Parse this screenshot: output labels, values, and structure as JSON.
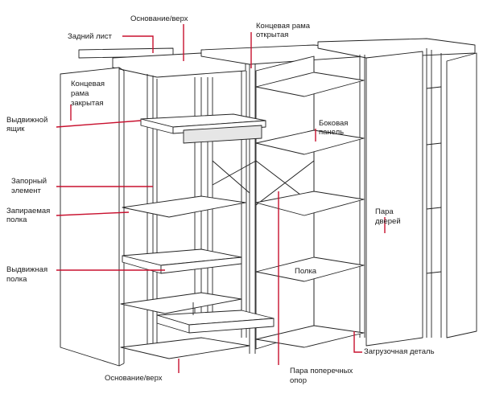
{
  "labels": {
    "base_top_upper": "Основание/верх",
    "back_sheet": "Задний лист",
    "end_frame_open_1": "Концевая рама",
    "end_frame_open_2": "открытая",
    "end_frame_closed_1": "Концевая",
    "end_frame_closed_2": "рама",
    "end_frame_closed_3": "закрытая",
    "drawer_1": "Выдвижной",
    "drawer_2": "ящик",
    "side_panel_1": "Боковая",
    "side_panel_2": "панель",
    "lock_element_1": "Запорный",
    "lock_element_2": "элемент",
    "lockable_shelf_1": "Запираемая",
    "lockable_shelf_2": "полка",
    "door_pair_1": "Пара",
    "door_pair_2": "дверей",
    "sliding_shelf_1": "Выдвижная",
    "sliding_shelf_2": "полка",
    "shelf": "Полка",
    "loading_part": "Загрузочная деталь",
    "base_top_lower": "Основание/верх",
    "cross_brace_1": "Пара поперечных",
    "cross_brace_2": "опор"
  },
  "colors": {
    "outline": "#222222",
    "leader": "#c8102e",
    "panel_fill": "#ffffff",
    "shade": "#e6e6e6"
  }
}
